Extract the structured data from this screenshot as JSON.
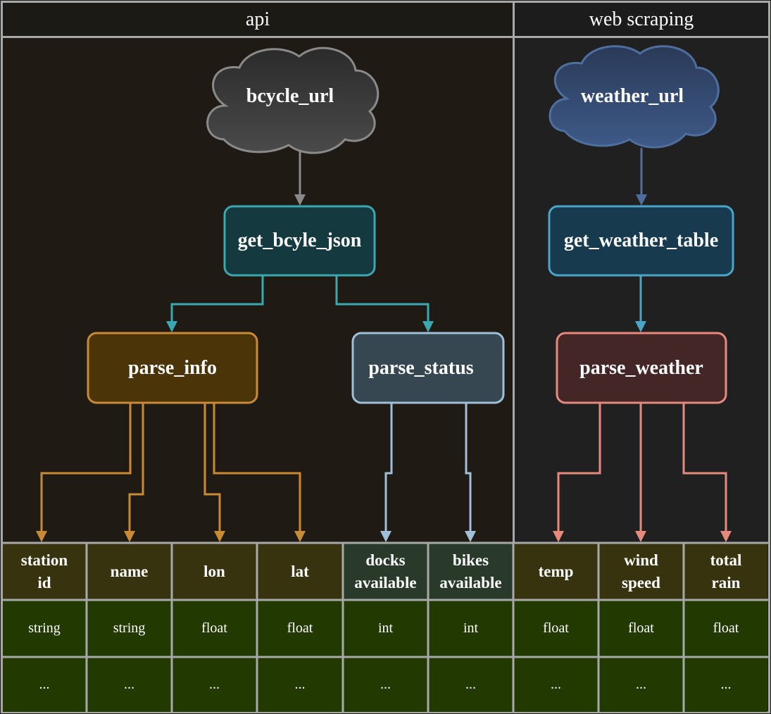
{
  "sections": {
    "api_label": "api",
    "web_label": "web scraping"
  },
  "nodes": {
    "bcycle_url": "bcycle_url",
    "weather_url": "weather_url",
    "get_bcyle_json": "get_bcyle_json",
    "get_weather_table": "get_weather_table",
    "parse_info": "parse_info",
    "parse_status": "parse_status",
    "parse_weather": "parse_weather"
  },
  "columns": [
    {
      "name": "station\nid",
      "type": "string",
      "dots": "...",
      "source": "parse_info"
    },
    {
      "name": "name",
      "type": "string",
      "dots": "...",
      "source": "parse_info"
    },
    {
      "name": "lon",
      "type": "float",
      "dots": "...",
      "source": "parse_info"
    },
    {
      "name": "lat",
      "type": "float",
      "dots": "...",
      "source": "parse_info"
    },
    {
      "name": "docks\navailable",
      "type": "int",
      "dots": "...",
      "source": "parse_status"
    },
    {
      "name": "bikes\navailable",
      "type": "int",
      "dots": "...",
      "source": "parse_status"
    },
    {
      "name": "temp",
      "type": "float",
      "dots": "...",
      "source": "parse_weather"
    },
    {
      "name": "wind\nspeed",
      "type": "float",
      "dots": "...",
      "source": "parse_weather"
    },
    {
      "name": "total\nrain",
      "type": "float",
      "dots": "...",
      "source": "parse_weather"
    }
  ],
  "colors": {
    "grid_line": "#a7a9a8",
    "api_bg": "#1f1b14",
    "web_bg": "#202020",
    "cloud_gray": "#8a8a8a",
    "cloud_blue": "#4e6f9e",
    "teal": "#3aa8b0",
    "blue_border": "#4aa6c9",
    "orange": "#c98a35",
    "light_blue": "#9fc0d8",
    "salmon": "#e58a7c",
    "head_olive": "#38330f",
    "head_green": "#2a3a2a",
    "body_green": "#223a02"
  }
}
